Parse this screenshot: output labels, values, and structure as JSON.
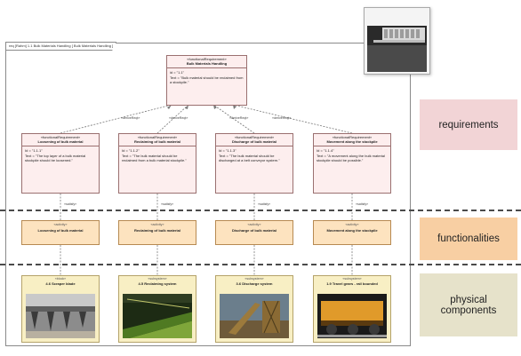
{
  "frame": {
    "tab": "req [Rahm] 1.1 Bulk Materials Handling [ Bulk Materials Handling ]"
  },
  "top_requirement": {
    "stereotype": "«functionalRequirement»",
    "title": "Bulk Materials Handling",
    "id": "id = \"1.1\"",
    "text": "Text = \"Bulk material should be reclaimed from a stockpile.\""
  },
  "requirements": [
    {
      "stereotype": "«functionalRequirement»",
      "title": "Loosening of bulk material",
      "id": "Id = \"1.1.1\"",
      "text": "Text = \"The top layer of a bulk material stockpile should be loosened.\""
    },
    {
      "stereotype": "«functionalRequirement»",
      "title": "Reclaiming of bulk material",
      "id": "Id = \"1.1.2\"",
      "text": "Text = \"The bulk material should be reclaimed from a bulk material stockpile.\""
    },
    {
      "stereotype": "«functionalRequirement»",
      "title": "Discharge of bulk material",
      "id": "Id = \"1.1.3\"",
      "text": "Text = \"The bulk material should be discharged at a belt conveyor system.\""
    },
    {
      "stereotype": "«functionalRequirement»",
      "title": "Movement along the stockpile",
      "id": "Id = \"1.1.4\"",
      "text": "Text = \"A movement along the bulk material stockpile should be possible.\""
    }
  ],
  "relations": {
    "derive": "«deriveReqt»",
    "satisfy": "«satisfy»"
  },
  "functions": [
    {
      "stereotype": "«activity»",
      "name": "Loosening of bulk material"
    },
    {
      "stereotype": "«activity»",
      "name": "Reclaiming of bulk material"
    },
    {
      "stereotype": "«activity»",
      "name": "Discharge of bulk material"
    },
    {
      "stereotype": "«activity»",
      "name": "Movement along the stockpile"
    }
  ],
  "components": [
    {
      "stereotype": "«block»",
      "name": "4.6 Scraper blade"
    },
    {
      "stereotype": "«subsystem»",
      "name": "4.5 Reclaiming system"
    },
    {
      "stereotype": "«subsystem»",
      "name": "3.6 Discharge system"
    },
    {
      "stereotype": "«subsystem»",
      "name": "1.9 Travel gears - rail bounded"
    }
  ],
  "legend": {
    "requirements": "requirements",
    "functionalities": "functionalities",
    "physical_components": "physical\ncomponents"
  },
  "colors": {
    "requirement_fill": "#fdeeee",
    "function_fill": "#fde3bf",
    "component_fill": "#f8efc4",
    "legend_requirements": "#f2d4d6",
    "legend_functionalities": "#f8cfa3",
    "legend_components": "#e6e2ca"
  }
}
